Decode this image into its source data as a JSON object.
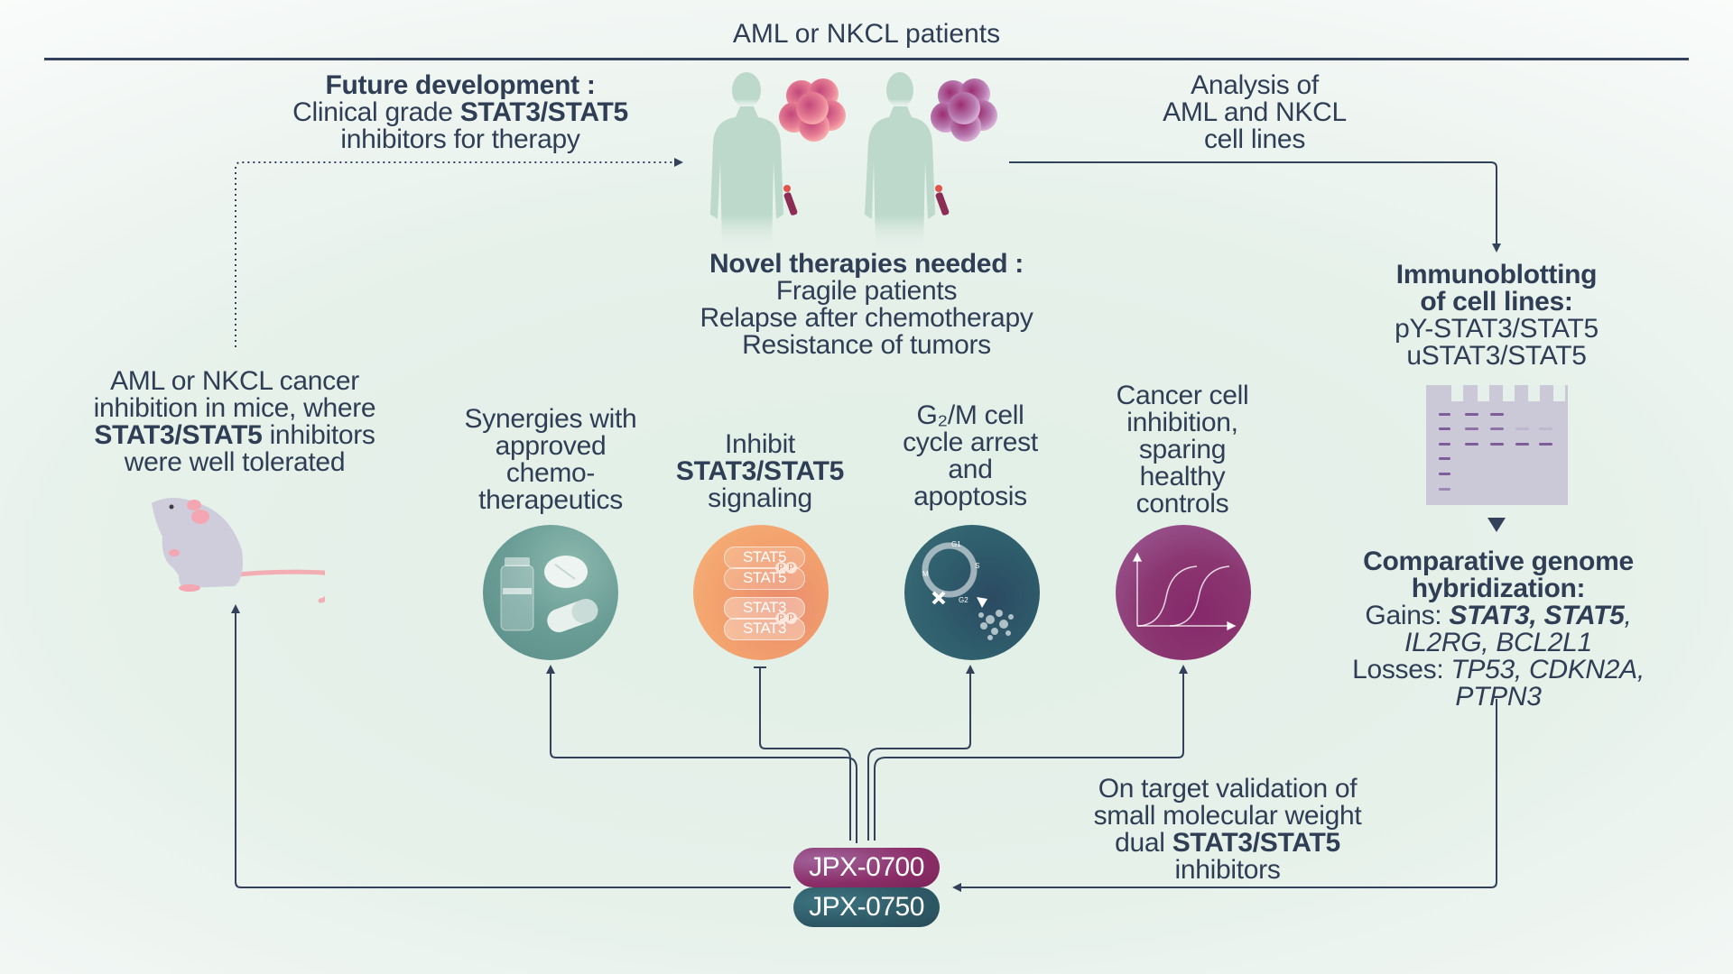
{
  "header": {
    "title": "AML or NKCL patients"
  },
  "future": {
    "title": "Future development :",
    "line2_pre": "Clinical grade ",
    "line2_bold": "STAT3/STAT5",
    "line3": "inhibitors for therapy"
  },
  "analysis": {
    "lines": [
      "Analysis of",
      "AML and NKCL",
      "cell lines"
    ]
  },
  "novel": {
    "title": "Novel therapies needed :",
    "items": [
      "Fragile patients",
      "Relapse after chemotherapy",
      "Resistance of tumors"
    ]
  },
  "immuno": {
    "title_lines": [
      "Immunoblotting",
      "of cell lines:"
    ],
    "lines": [
      "pY-STAT3/STAT5",
      "uSTAT3/STAT5"
    ]
  },
  "cgh": {
    "title_lines": [
      "Comparative genome",
      "hybridization:"
    ],
    "gains_label": "Gains: ",
    "gains_bold": "STAT3, STAT5",
    "gains_rest": ",",
    "gains_line2": "IL2RG, BCL2L1",
    "losses_label": "Losses: ",
    "losses_genes": "TP53, CDKN2A,",
    "losses_line2": "PTPN3"
  },
  "mice": {
    "line1": "AML or NKCL cancer",
    "line2": "inhibition in mice, where",
    "line3_bold": "STAT3/STAT5",
    "line3_rest": " inhibitors",
    "line4": "were well tolerated",
    "icon": "mouse-icon"
  },
  "effects": [
    {
      "lines": [
        "Synergies with",
        "approved",
        "chemo-",
        "therapeutics"
      ],
      "icon": "drugs-icon",
      "color": "#5e9690"
    },
    {
      "line1": "Inhibit",
      "bold": "STAT3/STAT5",
      "line3": "signaling",
      "icon": "stat-dimer-icon",
      "color": "#f3a26e",
      "stats": [
        "STAT5",
        "STAT5",
        "STAT3",
        "STAT3"
      ],
      "phospho": "P"
    },
    {
      "lines": [
        "G₂/M cell",
        "cycle arrest",
        "and",
        "apoptosis"
      ],
      "icon": "cell-cycle-icon",
      "color": "#2f5e6c",
      "phases": [
        "G1",
        "S",
        "G2",
        "M"
      ]
    },
    {
      "lines": [
        "Cancer cell",
        "inhibition,",
        "sparing",
        "healthy",
        "controls"
      ],
      "icon": "dose-response-icon",
      "color": "#8a3670"
    }
  ],
  "validation": {
    "line1": "On target validation of",
    "line2": "small molecular weight",
    "line3_pre": "dual ",
    "line3_bold": "STAT3/STAT5",
    "line4": "inhibitors"
  },
  "compounds": [
    {
      "label": "JPX-0700",
      "color": "#8b2d68"
    },
    {
      "label": "JPX-0750",
      "color": "#2e5966"
    }
  ],
  "colors": {
    "ink": "#2f3e55",
    "line": "#33425a"
  }
}
